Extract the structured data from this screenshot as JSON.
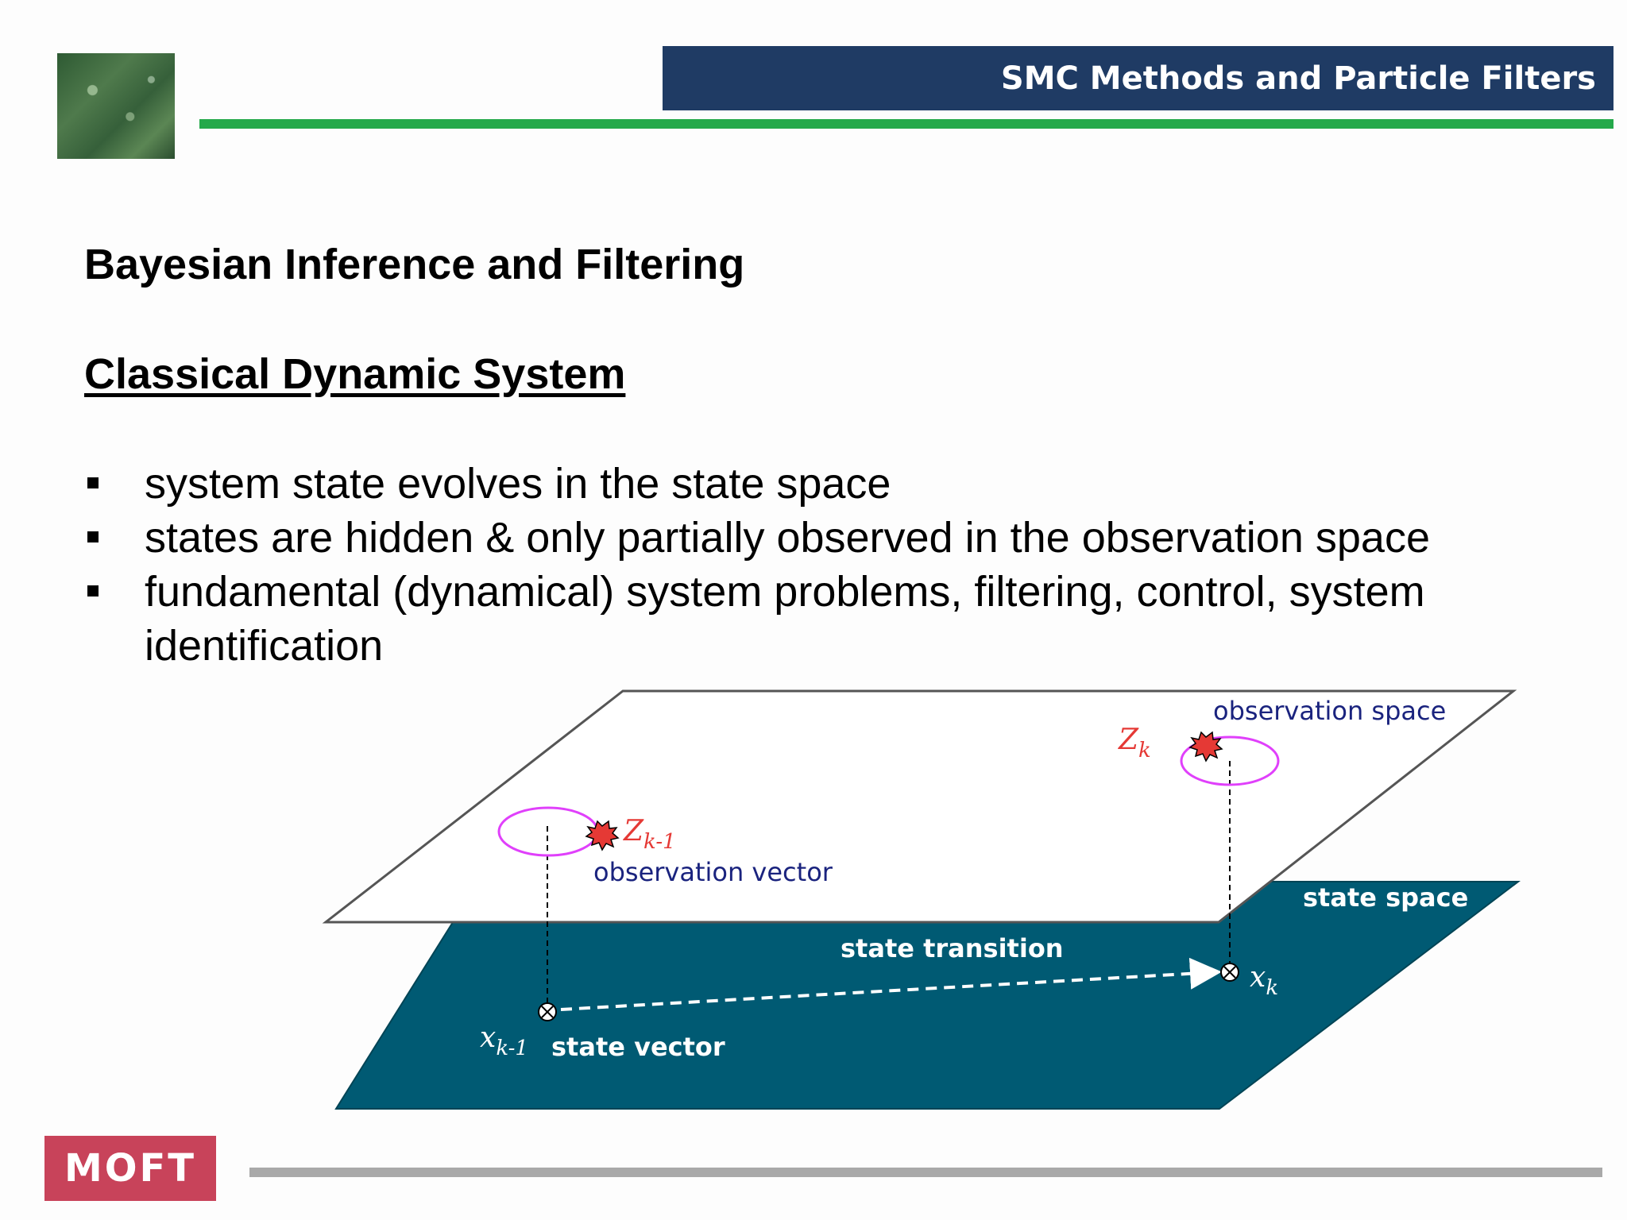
{
  "header": {
    "title": "SMC Methods and Particle Filters"
  },
  "slide": {
    "heading": "Bayesian Inference and Filtering",
    "subheading": "Classical Dynamic System",
    "bullets": [
      "system state evolves in the state space",
      "states are hidden & only partially observed in the observation space",
      "fundamental (dynamical) system problems, filtering, control, system identification"
    ]
  },
  "diagram": {
    "observation_space_label": "observation space",
    "observation_vector_label": "observation vector",
    "state_space_label": "state space",
    "state_transition_label": "state transition",
    "state_vector_label": "state vector",
    "z_k_letter": "Z",
    "z_k_sub": "k",
    "z_k1_letter": "Z",
    "z_k1_sub": "k-1",
    "x_k_letter": "x",
    "x_k_sub": "k",
    "x_k1_letter": "x",
    "x_k1_sub": "k-1",
    "colors": {
      "state_plane": "#005a73",
      "observation_text": "#1a237e",
      "measurement": "#e53935",
      "ellipse": "#e040fb"
    }
  },
  "footer": {
    "logo_text": "MOFT"
  }
}
